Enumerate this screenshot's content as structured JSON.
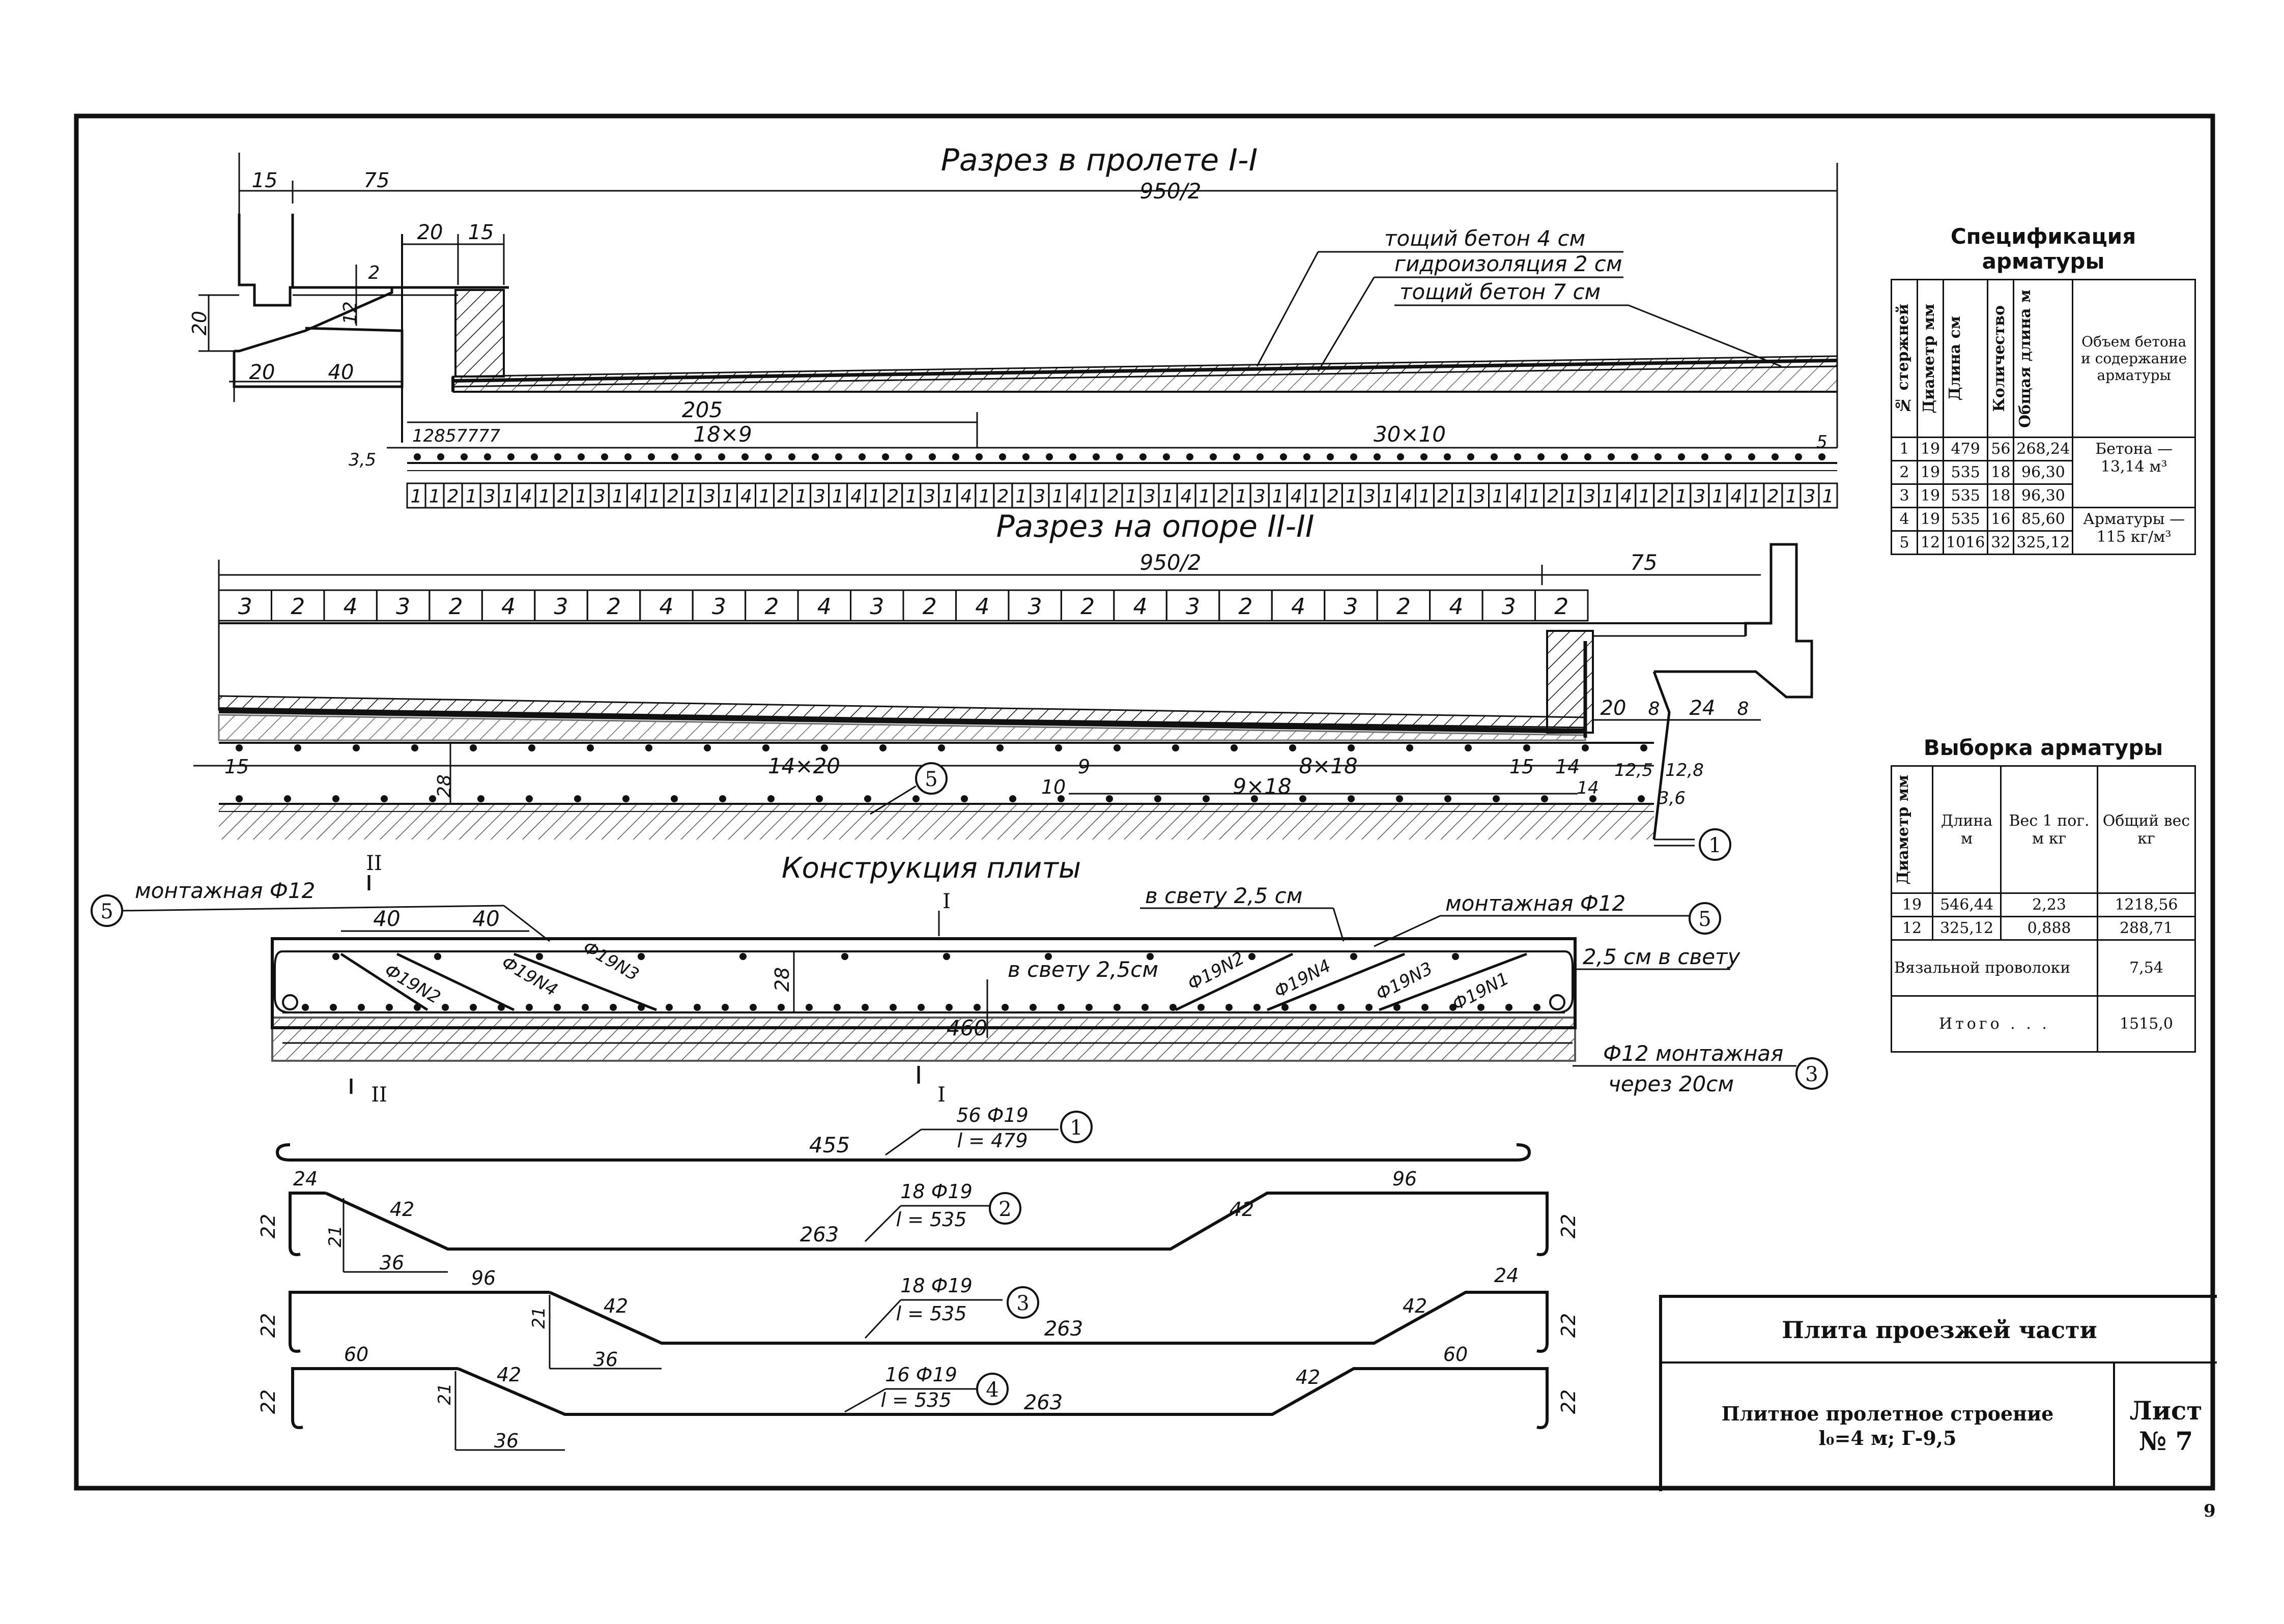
{
  "sections": {
    "section1_title": "Разрез в пролете I-I",
    "section2_title": "Разрез на опоре II-II",
    "section3_title": "Конструкция плиты"
  },
  "layers": {
    "l1": "тощий бетон 4 см",
    "l2": "гидроизоляция 2 см",
    "l3": "тощий бетон 7 см"
  },
  "dims1": {
    "d15": "15",
    "d75": "75",
    "d950": "950/2",
    "d20a": "20",
    "d15b": "15",
    "d2": "2",
    "d12": "12",
    "d20v": "20",
    "d20b": "20",
    "d40": "40",
    "d205": "205",
    "d12857": "12857777",
    "d18x9": "18×9",
    "d30x10": "30×10",
    "d35": "3,5",
    "d5": "5"
  },
  "band1": [
    "1",
    "1",
    "2",
    "1",
    "3",
    "1",
    "4",
    "1",
    "2",
    "1",
    "3",
    "1",
    "4",
    "1",
    "2",
    "1",
    "3",
    "1",
    "4",
    "1",
    "2",
    "1",
    "3",
    "1",
    "4",
    "1",
    "2",
    "1",
    "3",
    "1",
    "4",
    "1",
    "2",
    "1",
    "3",
    "1",
    "4",
    "1",
    "2",
    "1",
    "3",
    "1",
    "4",
    "1",
    "2",
    "1",
    "3",
    "1",
    "4",
    "1",
    "2",
    "1",
    "3",
    "1",
    "4",
    "1",
    "2",
    "1",
    "3",
    "1",
    "4",
    "1",
    "2",
    "1",
    "3",
    "1",
    "4",
    "1",
    "2",
    "1",
    "3",
    "1",
    "4",
    "1",
    "2",
    "1",
    "3",
    "1"
  ],
  "dims2": {
    "d950": "950/2",
    "d75": "75",
    "d20": "20",
    "d8a": "8",
    "d24": "24",
    "d8b": "8",
    "d15": "15",
    "d14x20": "14×20",
    "c5": "5",
    "d9": "9",
    "d8x18": "8×18",
    "d15b": "15",
    "d14": "14",
    "d125": "12,5",
    "d128": "12,8",
    "d28": "28",
    "d10": "10",
    "d9x18": "9×18",
    "d14b": "14",
    "d36": "3,6",
    "c1": "1"
  },
  "band2": [
    "3",
    "2",
    "4",
    "3",
    "2",
    "4",
    "3",
    "2",
    "4",
    "3",
    "2",
    "4",
    "3",
    "2",
    "4",
    "3",
    "2",
    "4",
    "3",
    "2",
    "4",
    "3",
    "2",
    "4",
    "3",
    "2"
  ],
  "plate": {
    "c5a": "5",
    "mont1": "монтажная Ф12",
    "II_top": "II",
    "I_top": "I",
    "d40a": "40",
    "d40b": "40",
    "r1": "Ф19N2",
    "r2": "Ф19N4",
    "r3": "Ф19N3",
    "d28": "28",
    "gap1": "в свету 2,5 см",
    "gap2": "в свету 2,5см",
    "mont2": "монтажная Ф12",
    "c5b": "5",
    "gap3": "2,5 см в свету",
    "r4": "Ф19N2",
    "r5": "Ф19N4",
    "r6": "Ф19N3",
    "r7": "Ф19N1",
    "d460": "460",
    "mont3": "Ф12 монтажная",
    "step": "через 20см",
    "c3": "3",
    "II_bot": "II",
    "I_bot": "I"
  },
  "bars": {
    "b1": {
      "count": "56 Ф19",
      "len": "l = 479",
      "num": "1",
      "d455": "455"
    },
    "b2": {
      "count": "18 Ф19",
      "len": "l = 535",
      "num": "2",
      "d24": "24",
      "d42a": "42",
      "d21": "21",
      "d22a": "22",
      "d36": "36",
      "d263": "263",
      "d42b": "42",
      "d96": "96",
      "d22b": "22"
    },
    "b3": {
      "count": "18 Ф19",
      "len": "l = 535",
      "num": "3",
      "d96": "96",
      "d42a": "42",
      "d21": "21",
      "d22a": "22",
      "d36": "36",
      "d263": "263",
      "d42b": "42",
      "d24": "24",
      "d22b": "22"
    },
    "b4": {
      "count": "16 Ф19",
      "len": "l = 535",
      "num": "4",
      "d60a": "60",
      "d42a": "42",
      "d21": "21",
      "d22a": "22",
      "d36": "36",
      "d263": "263",
      "d42b": "42",
      "d60b": "60",
      "d22b": "22"
    }
  },
  "spec": {
    "title": "Спецификация арматуры",
    "headers": [
      "№ стержней",
      "Диаметр мм",
      "Длина см",
      "Количество",
      "Общая длина м",
      "Объем бетона и содержание арматуры"
    ],
    "rows": [
      [
        "1",
        "19",
        "479",
        "56",
        "268,24"
      ],
      [
        "2",
        "19",
        "535",
        "18",
        "96,30"
      ],
      [
        "3",
        "19",
        "535",
        "18",
        "96,30"
      ],
      [
        "4",
        "19",
        "535",
        "16",
        "85,60"
      ],
      [
        "5",
        "12",
        "1016",
        "32",
        "325,12"
      ]
    ],
    "note1": "Бетона — 13,14 м³",
    "note2": "Арматуры — 115 кг/м³"
  },
  "vyborka": {
    "title": "Выборка арматуры",
    "headers": [
      "Диаметр мм",
      "Длина м",
      "Вес 1 пог. м кг",
      "Общий вес кг"
    ],
    "rows": [
      [
        "19",
        "546,44",
        "2,23",
        "1218,56"
      ],
      [
        "12",
        "325,12",
        "0,888",
        "288,71"
      ]
    ],
    "wire_label": "Вязальной проволоки",
    "wire_value": "7,54",
    "total_label": "Итого . . .",
    "total_value": "1515,0"
  },
  "title_block": {
    "name": "Плита проезжей части",
    "desc1": "Плитное пролетное строение",
    "desc2": "l₀=4 м; Г-9,5",
    "sheet_label": "Лист",
    "sheet_number": "№ 7"
  },
  "page_number": "9"
}
